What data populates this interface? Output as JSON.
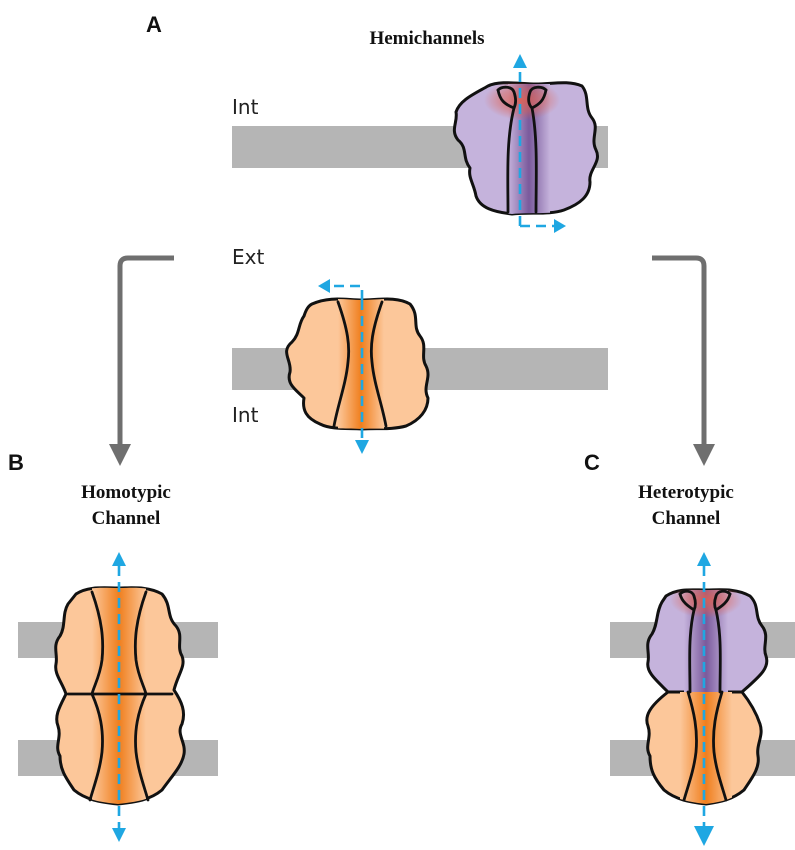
{
  "labels": {
    "panel_a": "A",
    "panel_b": "B",
    "panel_c": "C",
    "hemichannels": "Hemichannels",
    "int_top": "Int",
    "ext": "Ext",
    "int_bottom": "Int",
    "homotypic_line1": "Homotypic",
    "homotypic_line2": "Channel",
    "heterotypic_line1": "Heterotypic",
    "heterotypic_line2": "Channel"
  },
  "colors": {
    "membrane": "#b5b5b5",
    "purple_connexin": "#c5b3dc",
    "orange_connexin": "#fcc79a",
    "orange_pore": "#f07f1e",
    "purple_pore": "#7a5a9c",
    "red_gate": "#e0604f",
    "flow_arrow": "#1fa7e2",
    "connector_arrow": "#6f6f6f"
  }
}
